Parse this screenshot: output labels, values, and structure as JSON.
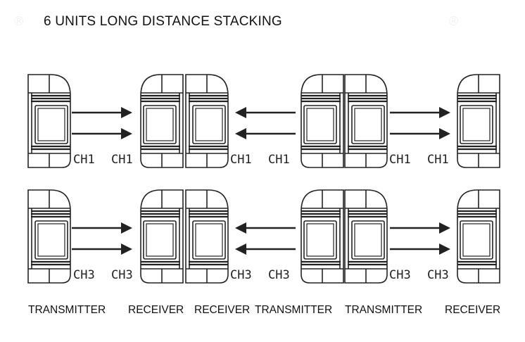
{
  "title": "6 UNITS LONG DISTANCE STACKING",
  "watermark": {
    "left": "®",
    "right": "®"
  },
  "rows": [
    {
      "labels": [
        "CH1",
        "CH1",
        "CH1",
        "CH1",
        "CH1",
        "CH1"
      ]
    },
    {
      "labels": [
        "CH3",
        "CH3",
        "CH3",
        "CH3",
        "CH3",
        "CH3"
      ]
    }
  ],
  "units": [
    {
      "role": "TRANSMITTER",
      "facing": "right",
      "arrows": "right"
    },
    {
      "role": "RECEIVER",
      "facing": "left"
    },
    {
      "role": "RECEIVER",
      "facing": "right",
      "arrows": "left"
    },
    {
      "role": "TRANSMITTER",
      "facing": "left"
    },
    {
      "role": "TRANSMITTER",
      "facing": "right",
      "arrows": "right"
    },
    {
      "role": "RECEIVER",
      "facing": "left"
    }
  ],
  "bottom_labels": [
    "TRANSMITTER",
    "RECEIVER",
    "RECEIVER",
    "TRANSMITTER",
    "TRANSMITTER",
    "RECEIVER"
  ],
  "colors": {
    "line": "#222222",
    "background": "#ffffff"
  }
}
